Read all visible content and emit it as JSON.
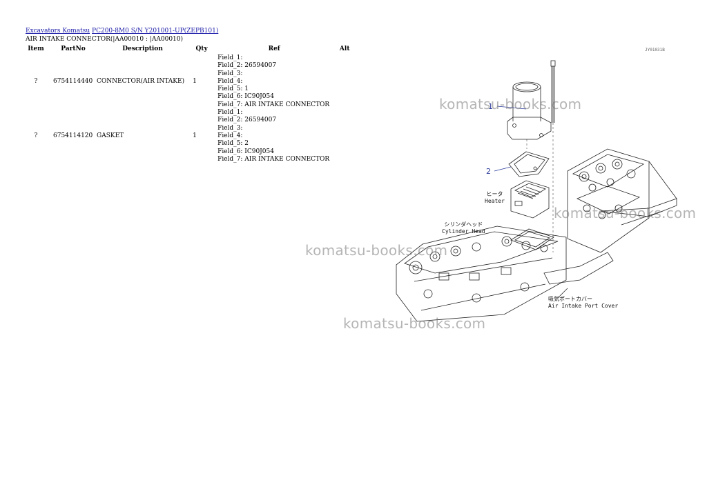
{
  "breadcrumb": {
    "link1": "Excavators Komatsu",
    "link2": "PC200-8M0 S/N Y201001-UP(ZEPB101)"
  },
  "page_title": "AIR INTAKE CONNECTOR(|AA00010 : |AA00010)",
  "table": {
    "headers": {
      "item": "Item",
      "partno": "PartNo",
      "description": "Description",
      "qty": "Qty",
      "ref": "Ref",
      "alt": "Alt"
    },
    "rows": [
      {
        "item": "?",
        "partno": "6754114440",
        "description": "CONNECTOR(AIR INTAKE)",
        "qty": "1",
        "fields": [
          "Field_1:",
          "Field_2: 26594007",
          "Field_3:",
          "Field_4:",
          "Field_5: 1",
          "Field_6: IC90J054",
          "Field_7: AIR INTAKE CONNECTOR"
        ]
      },
      {
        "item": "?",
        "partno": "6754114120",
        "description": "GASKET",
        "qty": "1",
        "fields": [
          "Field_1:",
          "Field_2: 26594007",
          "Field_3:",
          "Field_4:",
          "Field_5: 2",
          "Field_6: IC90J054",
          "Field_7: AIR INTAKE CONNECTOR"
        ]
      }
    ]
  },
  "diagram": {
    "code": "JY01031B",
    "callouts": [
      "1",
      "2"
    ],
    "labels": {
      "heater_jp": "ヒータ",
      "heater_en": "Heater",
      "cylinder_head_jp": "シリンダヘッド",
      "cylinder_head_en": "Cylinder Head",
      "air_intake_jp": "吸気ポートカバー",
      "air_intake_en": "Air Intake Port Cover"
    },
    "watermark": "komatsu-books.com"
  }
}
